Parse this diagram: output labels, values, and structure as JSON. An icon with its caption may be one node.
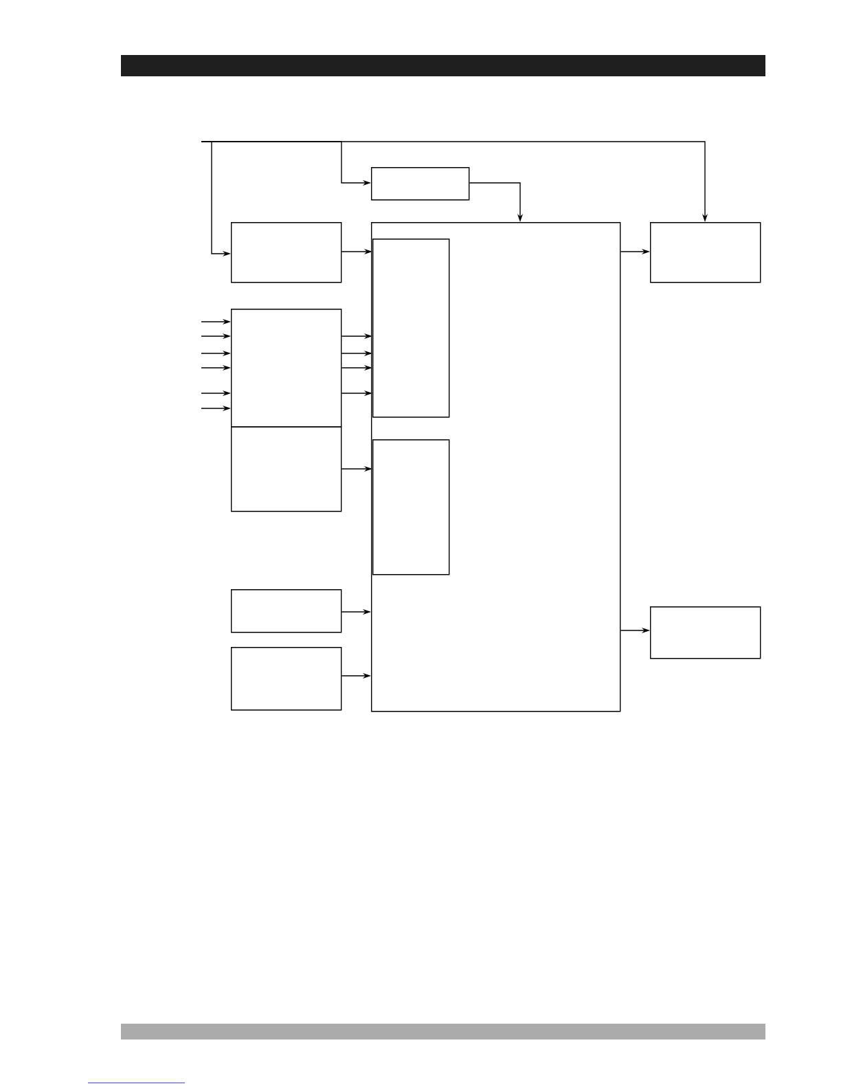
{
  "diagram": {
    "nodes": [
      {
        "text": [],
        "shape": "box"
      },
      {
        "text": [],
        "shape": "box"
      },
      {
        "text": [],
        "shape": "box"
      },
      {
        "text": [],
        "shape": "box"
      },
      {
        "text": [],
        "shape": "box"
      },
      {
        "text": [],
        "shape": "box"
      },
      {
        "text": [],
        "shape": "box"
      },
      {
        "text": [],
        "shape": "box",
        "in": 6
      },
      {
        "text": [],
        "shape": "box",
        "in": 6
      },
      {
        "text": [],
        "shape": "box"
      },
      {
        "text": [],
        "shape": "box"
      }
    ],
    "edges": [
      {
        "from": null,
        "to": 9,
        "arrow": "to"
      },
      {
        "from": null,
        "to": 0,
        "arrow": "to"
      },
      {
        "from": null,
        "to": 1,
        "arrow": "to"
      },
      {
        "from": 0,
        "to": 6,
        "arrow": "to"
      },
      {
        "from": 1,
        "to": 7,
        "arrow": "to"
      },
      {
        "from": null,
        "to": 2,
        "arrow": "to"
      },
      {
        "from": null,
        "to": 2,
        "arrow": "to"
      },
      {
        "from": null,
        "to": 2,
        "arrow": "to"
      },
      {
        "from": null,
        "to": 2,
        "arrow": "to"
      },
      {
        "from": null,
        "to": 2,
        "arrow": "to"
      },
      {
        "from": null,
        "to": 2,
        "arrow": "to"
      },
      {
        "from": 2,
        "to": 7,
        "arrow": "to"
      },
      {
        "from": 2,
        "to": 7,
        "arrow": "to"
      },
      {
        "from": 2,
        "to": 7,
        "arrow": "to"
      },
      {
        "from": 2,
        "to": 7,
        "arrow": "to"
      },
      {
        "from": 3,
        "to": 8,
        "arrow": "to"
      },
      {
        "from": 4,
        "to": 6,
        "arrow": "to"
      },
      {
        "from": 5,
        "to": 6,
        "arrow": "to"
      },
      {
        "from": 6,
        "to": 9,
        "arrow": "to"
      },
      {
        "from": 6,
        "to": 10,
        "arrow": "to"
      }
    ]
  }
}
